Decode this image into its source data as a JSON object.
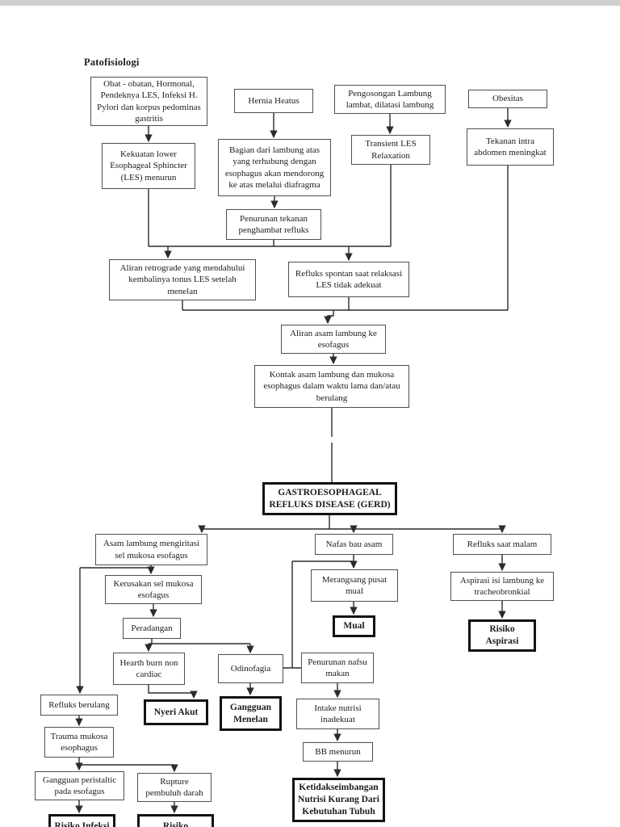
{
  "heading": "Patofisiologi",
  "colors": {
    "line": "#2b2b2b",
    "border": "#4f4f4f",
    "border_bold": "#121212",
    "text": "#1c1c1c",
    "page": "#ffffff",
    "strip": "#cfcfcf"
  },
  "nodes": {
    "obat": {
      "label": "Obat - obatan, Hormonal, Pendeknya LES, Infeksi H. Pylori dan korpus pedominas gastritis"
    },
    "kekuatan_les": {
      "label": "Kekuatan lower Esophageal Sphincter (LES) menurun"
    },
    "hernia_heatus": {
      "label": "Hernia Heatus"
    },
    "bagian_lambung": {
      "label": "Bagian dari lambung atas yang terhubung dengan esophagus akan mendorong ke atas melalui diafragma"
    },
    "pengosongan": {
      "label": "Pengosongan Lambung lambat, dilatasi lambung"
    },
    "transient_les": {
      "label": "Transient LES Relaxation"
    },
    "obesitas": {
      "label": "Obesitas"
    },
    "tekanan_abdomen": {
      "label": "Tekanan intra abdomen meningkat"
    },
    "penurunan_tekanan": {
      "label": "Penurunan tekanan penghambat refluks"
    },
    "aliran_retrograde": {
      "label": "Aliran retrograde yang mendahului kembalinya tonus LES setelah menelan"
    },
    "refluks_spontan": {
      "label": "Refluks spontan saat relaksasi LES tidak adekuat"
    },
    "aliran_asam": {
      "label": "Aliran asam lambung ke esofagus"
    },
    "kontak_asam": {
      "label": "Kontak asam lambung dan mukosa esophagus dalam waktu lama dan/atau berulang"
    },
    "gerd": {
      "label": "GASTROESOPHAGEAL REFLUKS DISEASE (GERD)"
    },
    "asam_mengiritasi": {
      "label": "Asam lambung mengiritasi sel mukosa esofagus"
    },
    "nafas_bau": {
      "label": "Nafas bau asam"
    },
    "refluks_malam": {
      "label": "Refluks saat malam"
    },
    "kerusakan_sel": {
      "label": "Kerusakan sel mukosa esofagus"
    },
    "merangsang_mual": {
      "label": "Merangsang pusat mual"
    },
    "mual": {
      "label": "Mual"
    },
    "aspirasi_lambung": {
      "label": "Aspirasi isi lambung ke tracheobronkial"
    },
    "risiko_aspirasi": {
      "label": "Risiko Aspirasi"
    },
    "peradangan": {
      "label": "Peradangan"
    },
    "hearth_burn": {
      "label": "Hearth burn non cardiac"
    },
    "odinofagia": {
      "label": "Odinofagia"
    },
    "nyeri_akut": {
      "label": "Nyeri Akut"
    },
    "gangguan_menelan": {
      "label": "Gangguan Menelan"
    },
    "penurunan_nafsu": {
      "label": "Penurunan nafsu makan"
    },
    "intake_nutrisi": {
      "label": "Intake nutrisi inadekuat"
    },
    "bb_menurun": {
      "label": "BB menurun"
    },
    "ketidakseimbangan": {
      "label": "Ketidakseimbangan Nutrisi Kurang Dari Kebutuhan Tubuh"
    },
    "refluks_berulang": {
      "label": "Refluks berulang"
    },
    "trauma_mukosa": {
      "label": "Trauma mukosa esophagus"
    },
    "gangguan_peristaltic": {
      "label": "Gangguan peristaltic pada esofagus"
    },
    "rupture_pembuluh": {
      "label": "Rupture pembuluh darah"
    },
    "risiko_infeksi": {
      "label": "Risiko Infeksi"
    },
    "risiko_perdarahan": {
      "label": "Risiko"
    }
  }
}
